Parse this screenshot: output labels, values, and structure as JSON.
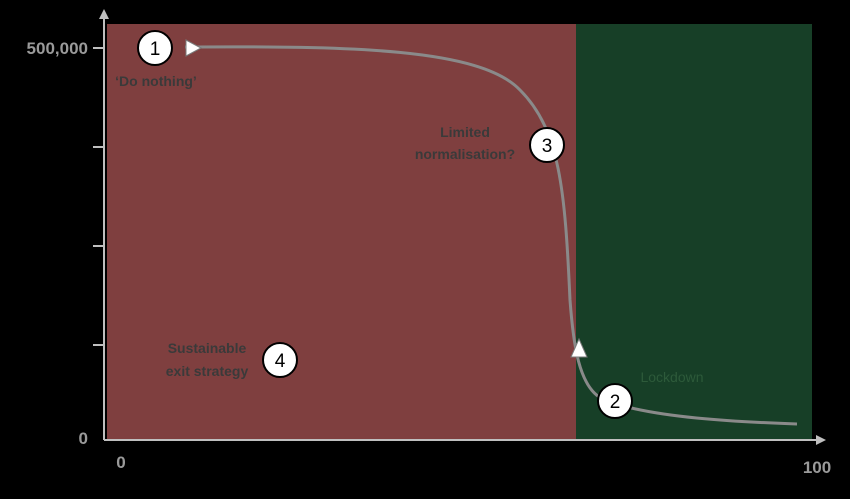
{
  "diagram": {
    "y_axis": {
      "top_label": "500,000",
      "bottom_label": "0"
    },
    "x_axis": {
      "start_label": "0",
      "end_label": "100"
    },
    "regions": {
      "left_color": "#7f3f3f",
      "right_color": "#173f27",
      "right_label": "Lockdown"
    },
    "markers": [
      {
        "number": "1",
        "label": "‘Do nothing’"
      },
      {
        "number": "2",
        "label": ""
      },
      {
        "number": "3",
        "label_line1": "Limited",
        "label_line2": "normalisation?"
      },
      {
        "number": "4",
        "label_line1": "Sustainable",
        "label_line2": "exit strategy"
      }
    ],
    "curve_color": "#8a8a8a",
    "axis_color": "#bfbfbf",
    "label_color": "#3a3a3a"
  }
}
